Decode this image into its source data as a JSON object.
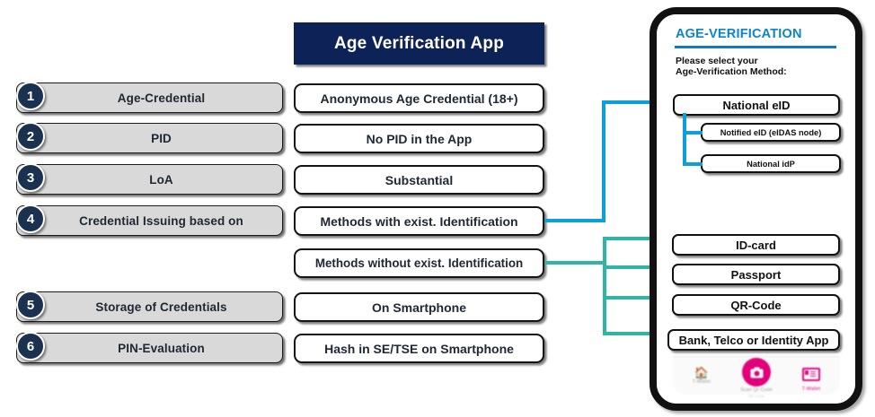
{
  "left_column": {
    "rows": [
      {
        "number": "1",
        "label": "Age-Credential"
      },
      {
        "number": "2",
        "label": "PID"
      },
      {
        "number": "3",
        "label": "LoA"
      },
      {
        "number": "4",
        "label": "Credential Issuing based on"
      },
      {
        "number": "5",
        "label": "Storage of Credentials"
      },
      {
        "number": "6",
        "label": "PIN-Evaluation"
      }
    ]
  },
  "middle_column": {
    "title": "Age Verification App",
    "boxes": [
      {
        "label": "Anonymous Age Credential (18+)"
      },
      {
        "label": "No PID in the App"
      },
      {
        "label": "Substantial"
      },
      {
        "label": "Methods with exist. Identification"
      },
      {
        "label": "Methods without exist. Identification"
      },
      {
        "label": "On Smartphone"
      },
      {
        "label": "Hash in SE/TSE on Smartphone"
      }
    ]
  },
  "phone": {
    "app_title": "AGE-VERIFICATION",
    "instruction": "Please select your\nAge-Verification Method:",
    "primary_option": "National eID",
    "sub_options": [
      {
        "label": "Notified eID (eIDAS node)"
      },
      {
        "label": "National idP"
      }
    ],
    "other_options": [
      {
        "label": "ID-card"
      },
      {
        "label": "Passport"
      },
      {
        "label": "QR-Code"
      },
      {
        "label": "Bank, Telco or Identity App"
      }
    ],
    "bottom_nav": [
      {
        "label": "T-Wallet",
        "icon": "home-icon"
      },
      {
        "label": "Scan Qr-Code",
        "sublabel": "QR-Code",
        "icon": "camera-icon"
      },
      {
        "label": "T-Wallet",
        "icon": "id-card-icon"
      }
    ]
  },
  "colors": {
    "navy": "#0d2256",
    "circle_navy": "#1b3150",
    "pill_gray": "#d9d9d9",
    "connector_blue": "#0e9fdb",
    "connector_teal": "#2eb5a5",
    "phone_title_blue": "#0b86c8",
    "accent_pink": "#e2007a"
  }
}
